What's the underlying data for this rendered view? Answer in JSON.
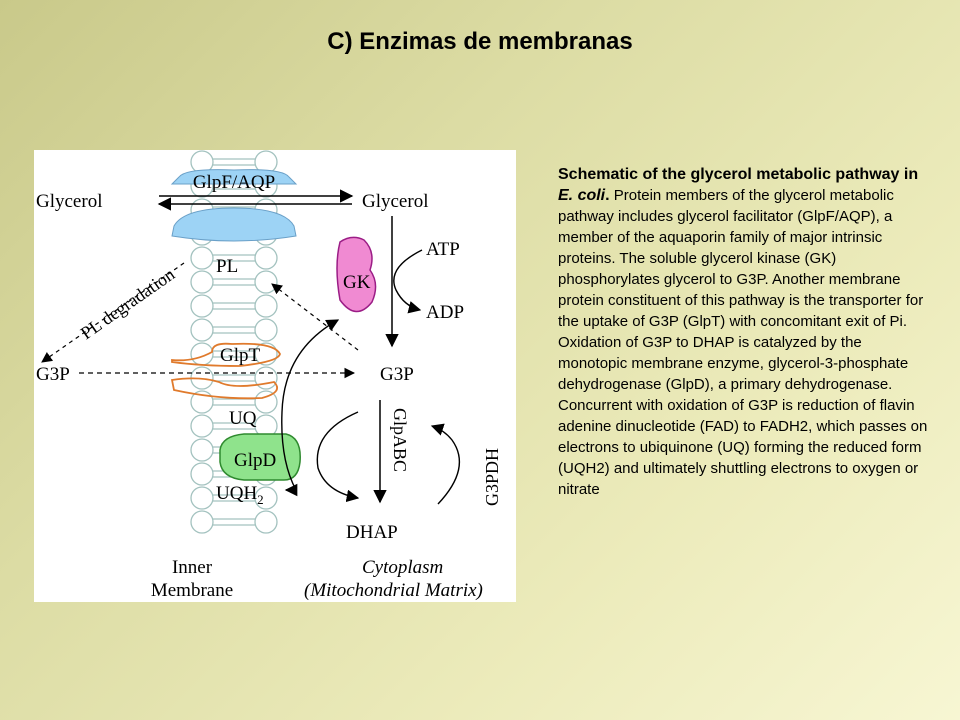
{
  "title": "C) Enzimas de membranas",
  "diagram": {
    "labels": {
      "glpf_aqp": "GlpF/AQP",
      "glycerol_out": "Glycerol",
      "glycerol_in": "Glycerol",
      "pl": "PL",
      "pl_degradation": "PL degradation",
      "gk": "GK",
      "atp": "ATP",
      "adp": "ADP",
      "glpt": "GlpT",
      "g3p_out": "G3P",
      "g3p_in": "G3P",
      "uq": "UQ",
      "glpd": "GlpD",
      "uqh2_base": "UQH",
      "uqh2_sub": "2",
      "glpabc": "GlpABC",
      "g3pdh": "G3PDH",
      "dhap": "DHAP",
      "inner": "Inner",
      "membrane": "Membrane",
      "cytoplasm": "Cytoplasm",
      "mito": "(Mitochondrial Matrix)"
    },
    "colors": {
      "glpf": "#9dd3f5",
      "gk": "#f08ad2",
      "gk_stroke": "#9b1d86",
      "glpt": "#e07a2c",
      "glpd": "#8fe38c",
      "glpd_stroke": "#2f8a2f",
      "lipid": "#a3c2bf"
    }
  },
  "caption": {
    "lead": "Schematic of the glycerol metabolic pathway in ",
    "lead_italic": "E. coli",
    "lead_end": ".",
    "body": " Protein members of the glycerol metabolic pathway includes glycerol facilitator (GlpF/AQP), a member of the aquaporin family of major intrinsic proteins. The soluble glycerol kinase (GK) phosphorylates glycerol to G3P. Another membrane protein constituent of this pathway is the transporter for the uptake of G3P (GlpT) with concomitant exit of Pi. Oxidation of G3P to DHAP is catalyzed by the monotopic membrane enzyme, glycerol-3-phosphate dehydrogenase (GlpD), a primary dehydrogenase. Concurrent with oxidation of G3P is reduction of flavin adenine dinucleotide (FAD) to FADH2, which passes on electrons to ubiquinone (UQ) forming the reduced form (UQH2) and ultimately shuttling electrons to oxygen or nitrate"
  }
}
